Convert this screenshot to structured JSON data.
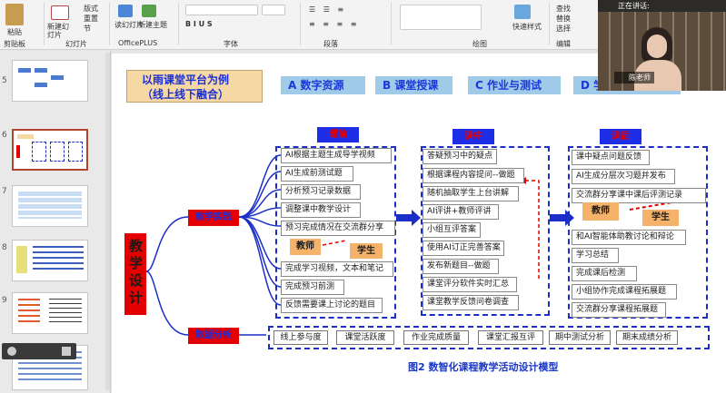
{
  "ribbon": {
    "paste_label": "粘贴",
    "new_slide_label": "新建幻灯片",
    "format_label": "版式",
    "reset_label": "重置",
    "section_label": "节",
    "reading_view_label": "读幻灯片",
    "new_theme_label": "新建主题",
    "group_clipboard": "剪贴板",
    "group_slides": "幻灯片",
    "group_officeplus": "OfficePLUS",
    "group_font": "字体",
    "group_paragraph": "段落",
    "group_drawing": "绘图",
    "quick_styles_label": "快速样式",
    "find_label": "查找",
    "replace_label": "替换",
    "select_label": "选择",
    "editing_label": "编辑"
  },
  "thumbnails": [
    {
      "num": "5"
    },
    {
      "num": "6"
    },
    {
      "num": "7"
    },
    {
      "num": "8"
    },
    {
      "num": "9"
    }
  ],
  "video": {
    "status": "正在讲话:",
    "name": "陈老师"
  },
  "slide": {
    "title": "以雨课堂平台为例\n（线上线下融合）",
    "columns": [
      {
        "label": "A 数字资源"
      },
      {
        "label": "B 课堂授课"
      },
      {
        "label": "C 作业与测试"
      },
      {
        "label": "D 学习效果评价"
      }
    ],
    "phase_pre": "课前",
    "phase_in": "课中",
    "phase_post": "课后",
    "vertical_label": "教学设计",
    "practice_label": "教学实践",
    "analysis_label": "数据分析",
    "teacher": "教师",
    "student": "学生",
    "pre_teacher_items": [
      "AI根据主题生成导学视频",
      "AI生成前测试题",
      "分析预习记录数据",
      "调整课中教学设计",
      "预习完成情况在交流群分享"
    ],
    "pre_student_items": [
      "完成学习视频，文本和笔记",
      "完成预习前测",
      "反馈需要课上讨论的题目"
    ],
    "in_items": [
      "答疑预习中的疑点",
      "根据课程内容提问--做题",
      "随机抽取学生上台讲解",
      "AI评讲+教师评讲",
      "小组互评答案",
      "使用AI订正完善答案",
      "发布新题目--做题",
      "课堂评分软件实时汇总",
      "课堂教学反馈问卷调查"
    ],
    "post_teacher_items": [
      "课中疑点问题反馈",
      "AI生成分层次习题并发布",
      "交流群分享课中课后评测记录"
    ],
    "post_student_items": [
      "和AI智能体助教讨论和辩论",
      "学习总结",
      "完成课后检测",
      "小组协作完成课程拓展题",
      "交流群分享课程拓展题"
    ],
    "metrics": [
      "线上参与度",
      "课堂活跃度",
      "作业完成质量",
      "课堂汇报互评",
      "期中测试分析",
      "期末成绩分析"
    ],
    "caption": "图2  数智化课程教学活动设计模型"
  }
}
